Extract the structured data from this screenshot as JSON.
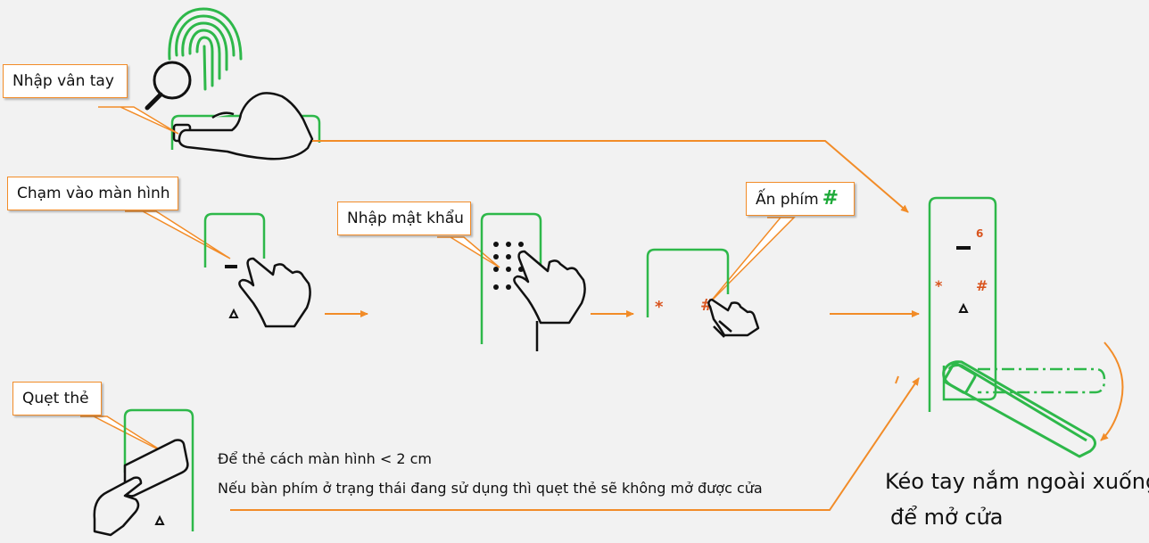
{
  "labels": {
    "fingerprint": "Nhập vân tay",
    "touch_screen": "Chạm vào màn hình",
    "enter_password": "Nhập mật khẩu",
    "press_key": "Ấn phím",
    "press_key_symbol": "#",
    "swipe_card": "Quẹt thẻ"
  },
  "notes": {
    "card_distance": "Để thẻ cách màn hình < 2 cm",
    "card_warning": "Nếu bàn phím ở trạng thái đang sử dụng thì quẹt thẻ sẽ không mở được cửa"
  },
  "final_step": {
    "line1": "Kéo tay nắm ngoài xuống",
    "line2": "để mở cửa"
  },
  "keypad_symbols": {
    "star": "*",
    "hash": "#",
    "six": "6"
  },
  "colors": {
    "orange": "#f28c28",
    "green": "#2eb84a",
    "red_symbol": "#d9541e",
    "background": "#f2f2f2"
  }
}
